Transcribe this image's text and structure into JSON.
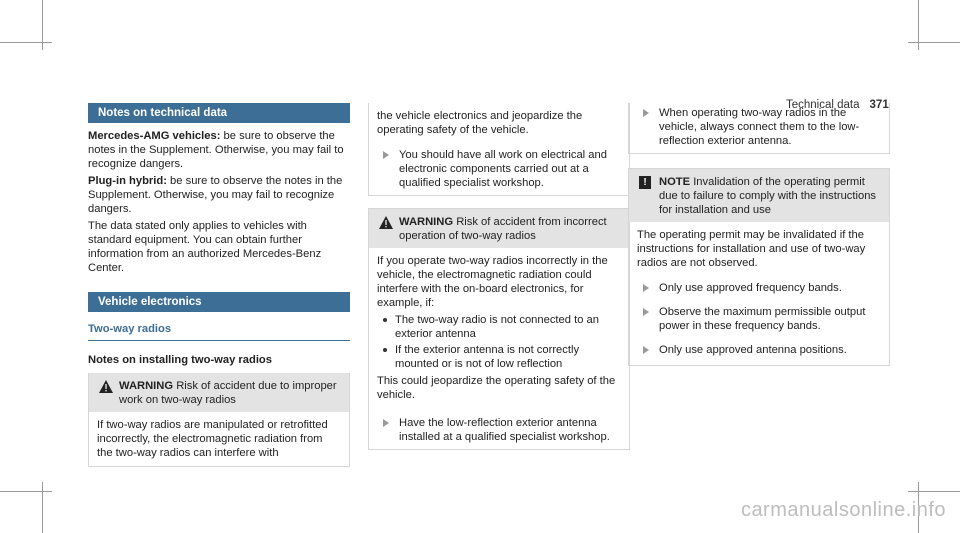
{
  "header": {
    "section": "Technical data",
    "page_number": "371"
  },
  "col1": {
    "bar_title": "Notes on technical data",
    "amg_label": "Mercedes-AMG vehicles:",
    "amg_text": "be sure to observe the notes in the Supplement. Otherwise, you may fail to recognize dangers.",
    "hybrid_label": "Plug-in hybrid:",
    "hybrid_text": "be sure to observe the notes in the Supplement. Otherwise, you may fail to recognize dangers.",
    "data_text": "The data stated only applies to vehicles with standard equipment. You can obtain further information from an authorized Mercedes-Benz Center."
  },
  "col2": {
    "bar_title": "Vehicle electronics",
    "subhead": "Two-way radios",
    "heading": "Notes on installing two-way radios",
    "warning_label": "WARNING",
    "warning_text": "Risk of accident due to improper work on two-way radios",
    "body_text": "If two-way radios are manipulated or retrofitted incorrectly, the electromagnetic radiation from the two-way radios can interfere with"
  },
  "col3": {
    "cont_text": "the vehicle electronics and jeopardize the operating safety of the vehicle.",
    "step1": "You should have all work on electrical and electronic components carried out at a qualified specialist workshop.",
    "warning_label": "WARNING",
    "warning_text": "Risk of accident from incorrect operation of two-way radios",
    "body_text": "If you operate two-way radios incorrectly in the vehicle, the electromagnetic radiation could interfere with the on-board electronics, for example, if:",
    "bullets": [
      "The two-way radio is not connected to an exterior antenna",
      "If the exterior antenna is not correctly mounted or is not of low reflection"
    ],
    "after_text": "This could jeopardize the operating safety of the vehicle.",
    "step2": "Have the low-reflection exterior antenna installed at a qualified specialist workshop."
  },
  "col4": {
    "step1": "When operating two-way radios in the vehicle, always connect them to the low-reflection exterior antenna.",
    "note_label": "NOTE",
    "note_text": "Invalidation of the operating permit due to failure to comply with the instructions for installation and use",
    "note_body": "The operating permit may be invalidated if the instructions for installation and use of two-way radios are not observed.",
    "steps": [
      "Only use approved frequency bands.",
      "Observe the maximum permissible output power in these frequency bands.",
      "Only use approved antenna positions."
    ]
  },
  "watermark": "carmanualsonline.info",
  "colors": {
    "accent": "#3d6e95",
    "box_head": "#e3e3e3"
  }
}
